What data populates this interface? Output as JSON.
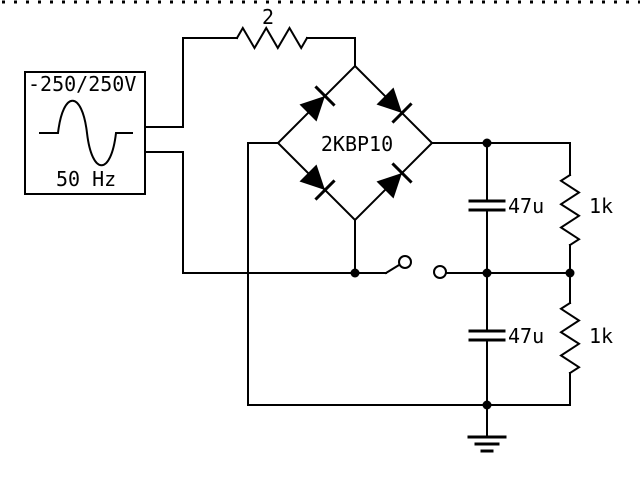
{
  "diagram": {
    "type": "full-wave-bridge-rectifier-circuit-schematic",
    "colors": {
      "line": "#000000",
      "background": "#ffffff",
      "diode_fill": "#000000"
    },
    "ac_source": {
      "voltage": "-250/250V",
      "frequency": "50 Hz"
    },
    "series_resistor": {
      "value": "2"
    },
    "bridge_rectifier": {
      "part": "2KBP10"
    },
    "capacitors": {
      "top": "47u",
      "bottom": "47u"
    },
    "load_resistors": {
      "top": "1k",
      "bottom": "1k"
    },
    "switch": {
      "state": "open"
    },
    "ground": {
      "style": "earth"
    }
  }
}
